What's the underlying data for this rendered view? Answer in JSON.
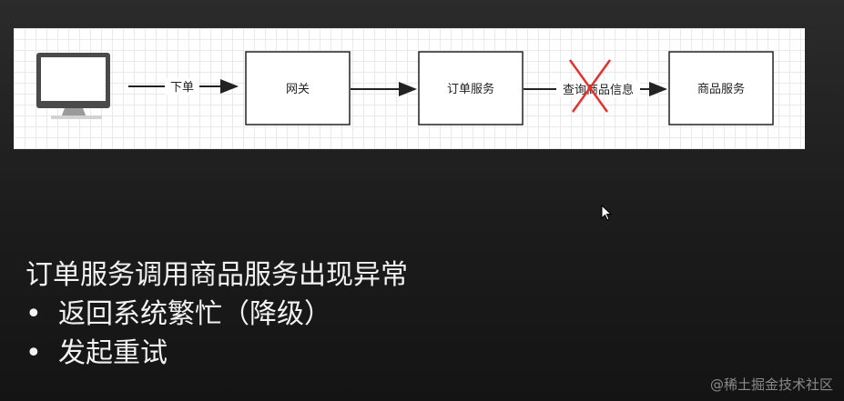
{
  "diagram": {
    "edge_order": "下单",
    "node_gateway": "网关",
    "node_order_service": "订单服务",
    "edge_query": "查询商品信息",
    "node_product_service": "商品服务"
  },
  "bullets": {
    "heading": "订单服务调用商品服务出现异常",
    "items": [
      "返回系统繁忙（降级）",
      "发起重试"
    ],
    "marker": "•"
  },
  "watermark": "@稀土掘金技术社区",
  "colors": {
    "failure_cross": "#e8302a",
    "arrow": "#222222"
  },
  "icons": [
    "computer-monitor-icon",
    "cross-mark-icon",
    "mouse-cursor-icon"
  ]
}
